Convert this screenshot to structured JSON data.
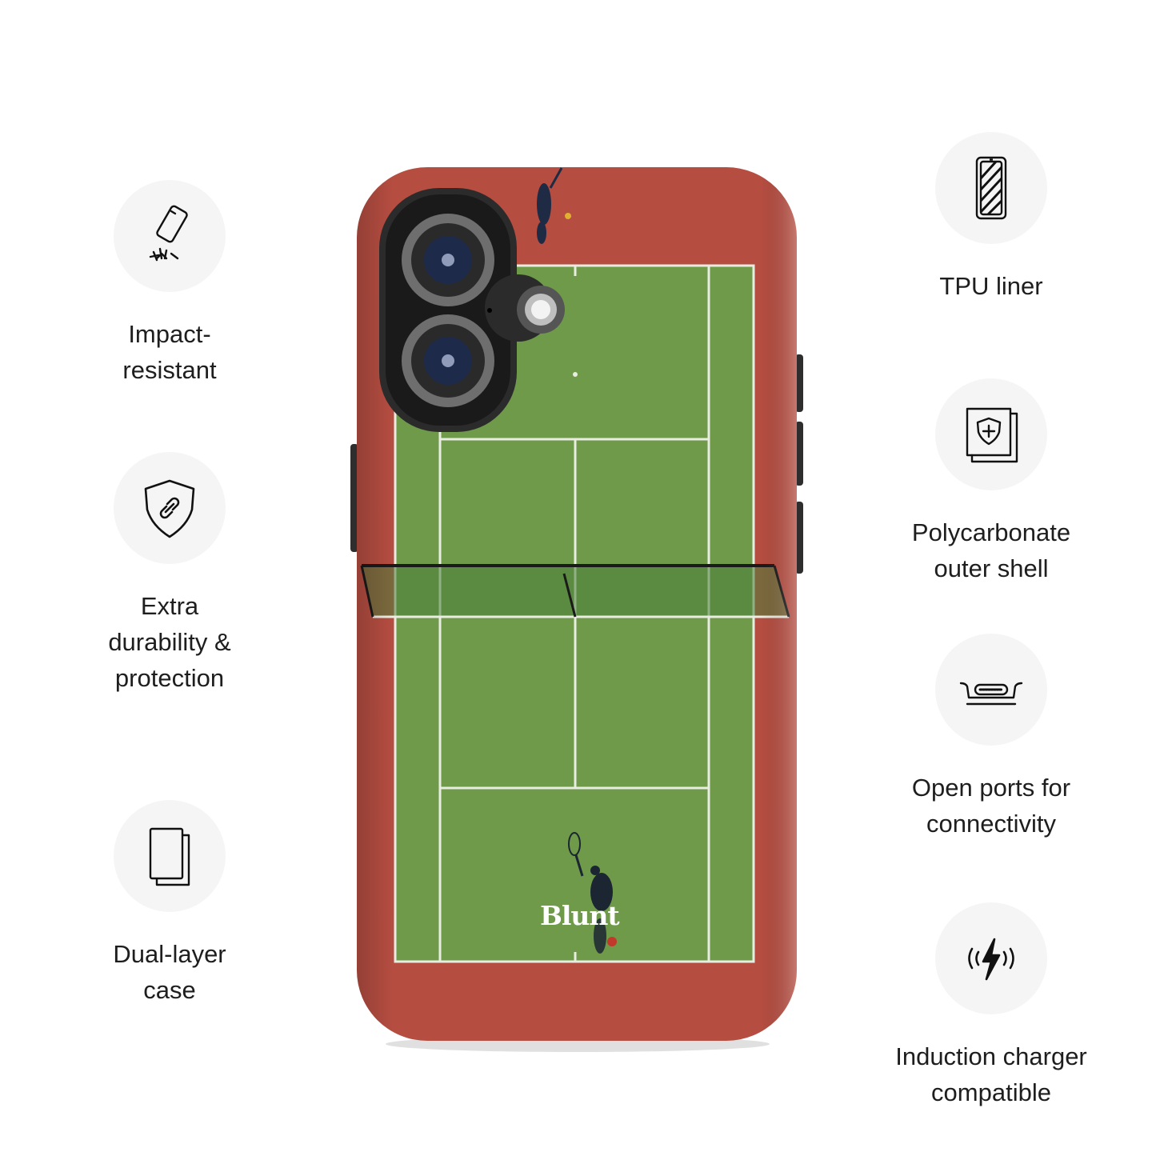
{
  "features": {
    "impact": {
      "icon": "dropped-phone-icon",
      "label": "Impact-\nresistant"
    },
    "extra": {
      "icon": "shield-link-icon",
      "label": "Extra\ndurability &\nprotection"
    },
    "dual": {
      "icon": "dual-layer-icon",
      "label": "Dual-layer\ncase"
    },
    "tpu": {
      "icon": "phone-liner-icon",
      "label": "TPU liner"
    },
    "poly": {
      "icon": "shield-shell-icon",
      "label": "Polycarbonate\nouter shell"
    },
    "ports": {
      "icon": "usb-port-icon",
      "label": "Open ports for\nconnectivity"
    },
    "induction": {
      "icon": "wireless-charging-icon",
      "label": "Induction charger\ncompatible"
    }
  },
  "product": {
    "brand": "Blunt",
    "colors": {
      "clay": "#b54d41",
      "court": "#6f9a4a",
      "lines": "#e9ece0"
    }
  }
}
